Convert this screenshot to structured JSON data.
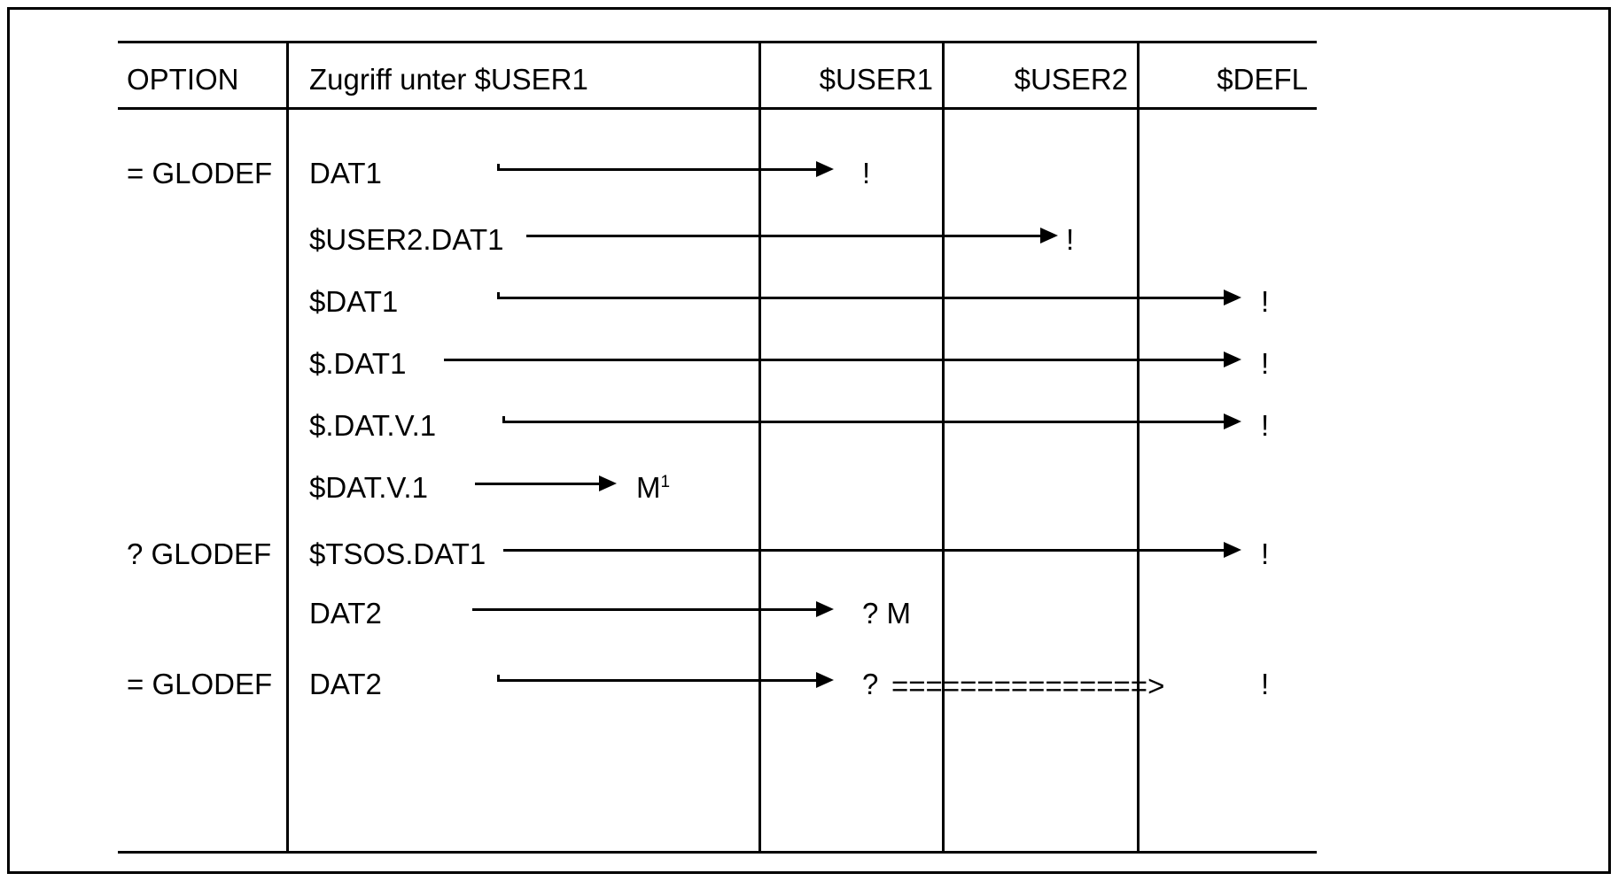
{
  "figure": {
    "kind": "table-diagram",
    "columns": [
      {
        "id": "option",
        "label": "OPTION"
      },
      {
        "id": "zugriff",
        "label": "Zugriff unter $USER1"
      },
      {
        "id": "user1",
        "label": "$USER1"
      },
      {
        "id": "user2",
        "label": "$USER2"
      },
      {
        "id": "defl",
        "label": "$DEFL"
      }
    ],
    "rows": [
      {
        "option": "= GLODEF",
        "zugriff": "DAT1",
        "arrow": {
          "kind": "line",
          "to": "user1"
        },
        "user1": "!",
        "user2": "",
        "defl": ""
      },
      {
        "option": "",
        "zugriff": "$USER2.DAT1",
        "arrow": {
          "kind": "line",
          "to": "user2"
        },
        "user1": "",
        "user2": "!",
        "defl": ""
      },
      {
        "option": "",
        "zugriff": "$DAT1",
        "arrow": {
          "kind": "line",
          "to": "defl"
        },
        "user1": "",
        "user2": "",
        "defl": "!"
      },
      {
        "option": "",
        "zugriff": "$.DAT1",
        "arrow": {
          "kind": "line",
          "to": "defl"
        },
        "user1": "",
        "user2": "",
        "defl": "!"
      },
      {
        "option": "",
        "zugriff": "$.DAT.V.1",
        "arrow": {
          "kind": "line",
          "to": "defl"
        },
        "user1": "",
        "user2": "",
        "defl": "!"
      },
      {
        "option": "",
        "zugriff": "$DAT.V.1",
        "arrow": {
          "kind": "line",
          "to": "inline"
        },
        "inline_target": "M",
        "inline_superscript": "1",
        "user1": "",
        "user2": "",
        "defl": ""
      },
      {
        "option": "? GLODEF",
        "zugriff": "$TSOS.DAT1",
        "arrow": {
          "kind": "line",
          "to": "defl"
        },
        "user1": "",
        "user2": "",
        "defl": "!"
      },
      {
        "option": "",
        "zugriff": "DAT2",
        "arrow": {
          "kind": "line",
          "to": "user1"
        },
        "user1": "? M",
        "user2": "",
        "defl": ""
      },
      {
        "option": "= GLODEF",
        "zugriff": "DAT2",
        "arrow": {
          "kind": "line",
          "to": "user1"
        },
        "user1": "?",
        "eq_arrow": "===============>",
        "user2": "",
        "defl": "!"
      }
    ],
    "colors": {
      "rule": "#000000",
      "text": "#000000",
      "background": "#ffffff"
    }
  }
}
